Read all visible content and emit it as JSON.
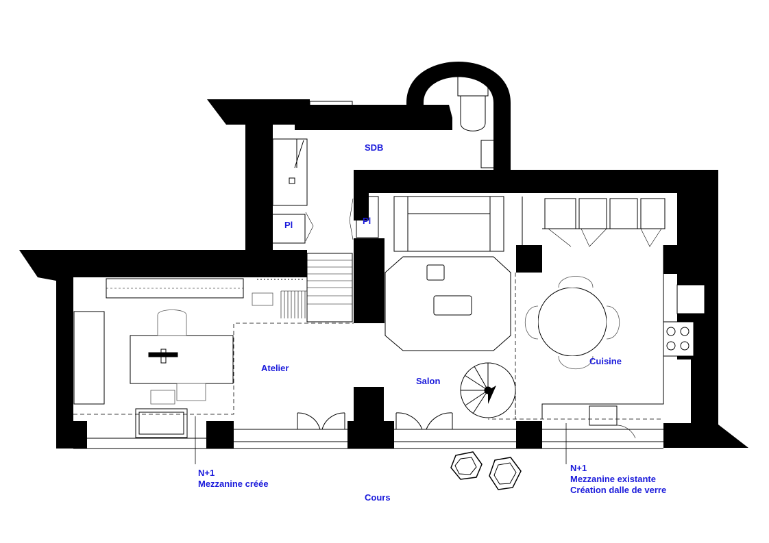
{
  "rooms": {
    "sdb": "SDB",
    "pl_left": "Pl",
    "pl_right": "Pl",
    "atelier": "Atelier",
    "salon": "Salon",
    "cuisine": "Cuisine",
    "cours": "Cours"
  },
  "annotations": {
    "mezz_new": {
      "level": "N+1",
      "text": "Mezzanine créée"
    },
    "mezz_existing": {
      "level": "N+1",
      "text": "Mezzanine existante",
      "text2": "Création dalle de verre"
    }
  },
  "colors": {
    "label": "#1a1adb",
    "wall": "#000000",
    "background": "#ffffff"
  }
}
